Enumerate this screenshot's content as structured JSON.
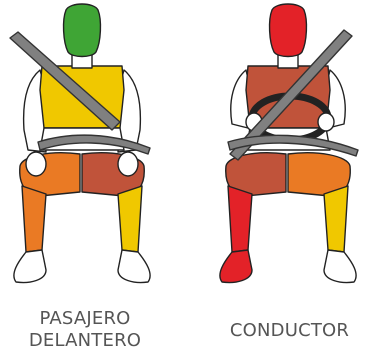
{
  "figures": [
    {
      "id": "passenger",
      "caption_lines": [
        "PASAJERO",
        "DELANTERO"
      ],
      "zone_colors": {
        "head": "#3fa535",
        "chest": "#f0c800",
        "belt_lap": "#6b6b6b",
        "left_thigh": "#ea7a24",
        "right_thigh": "#c0533a",
        "left_shin": "#ea7a24",
        "right_shin": "#f0c800"
      }
    },
    {
      "id": "driver",
      "caption_lines": [
        "CONDUCTOR"
      ],
      "zone_colors": {
        "head": "#e32228",
        "chest": "#c0533a",
        "left_thigh": "#c0533a",
        "right_thigh": "#ea7a24",
        "left_shin": "#e32228",
        "right_shin": "#f0c800"
      }
    }
  ],
  "colors": {
    "outline": "#222222",
    "belt": "#808080",
    "skin_white": "#ffffff",
    "steering_wheel": "#222222"
  }
}
